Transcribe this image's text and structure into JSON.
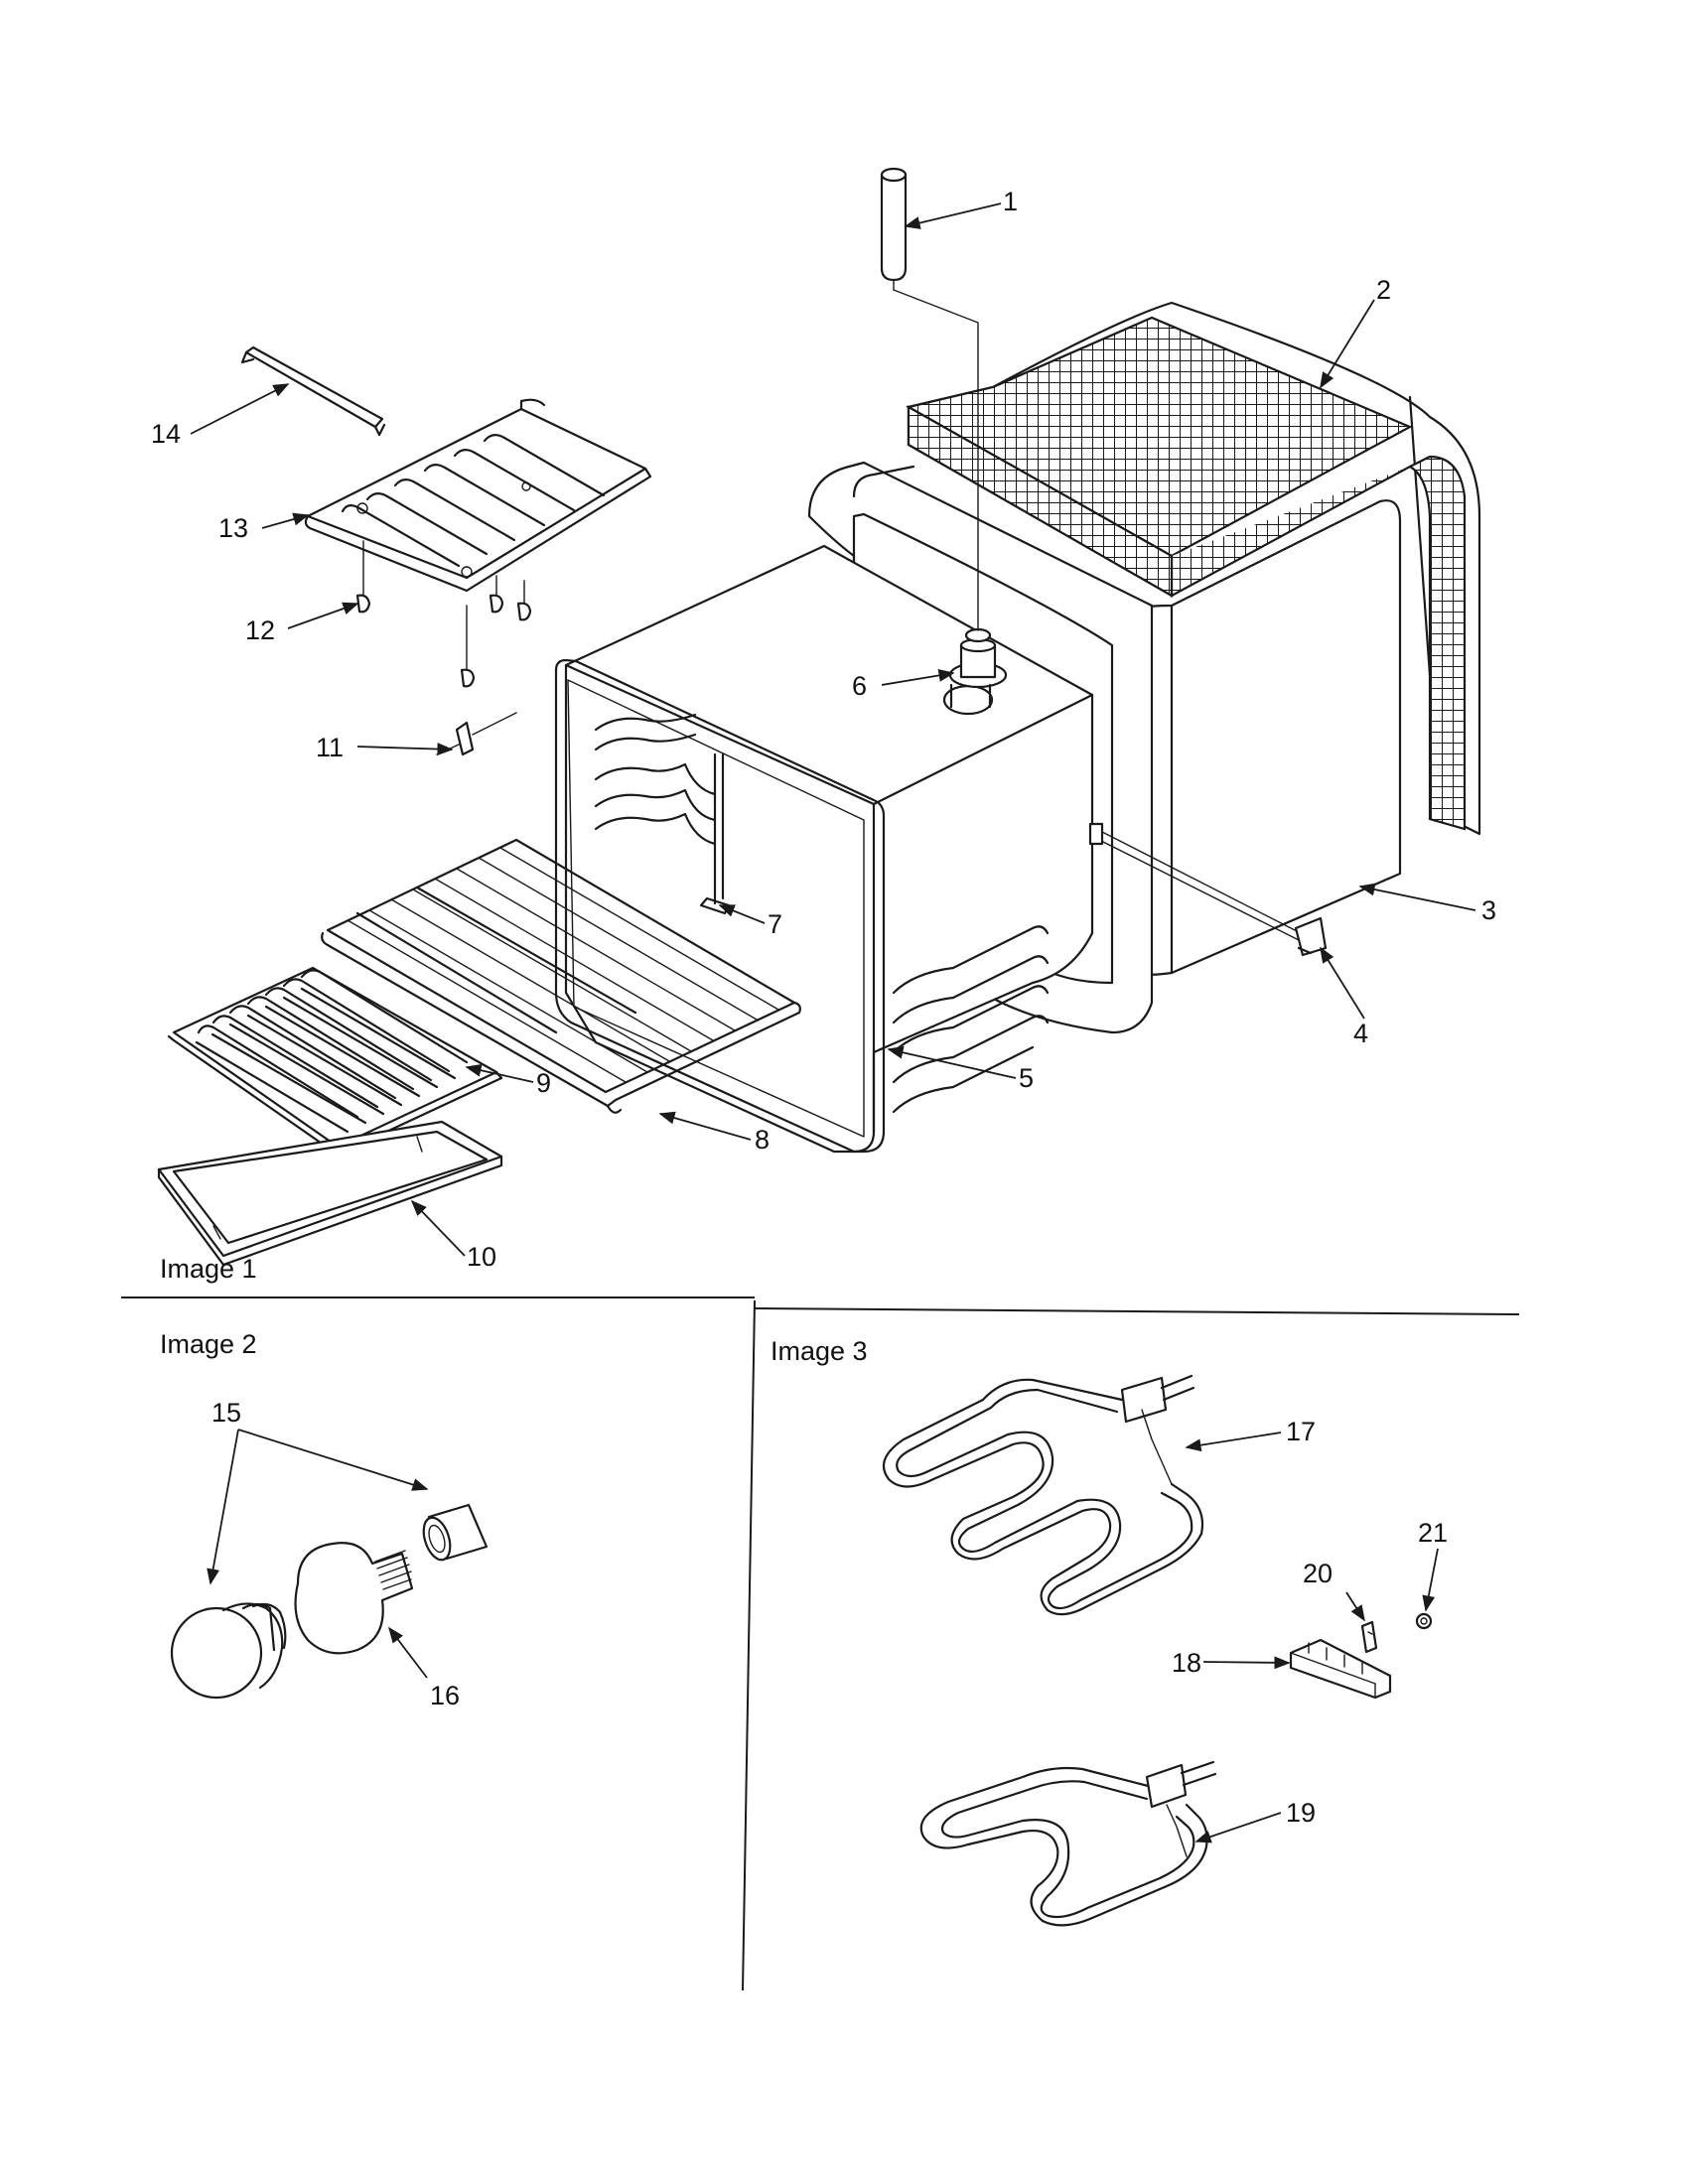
{
  "sections": {
    "image1": "Image 1",
    "image2": "Image 2",
    "image3": "Image 3"
  },
  "labels": {
    "n1": "1",
    "n2": "2",
    "n3": "3",
    "n4": "4",
    "n5": "5",
    "n6": "6",
    "n7": "7",
    "n8": "8",
    "n9": "9",
    "n10": "10",
    "n11": "11",
    "n12": "12",
    "n13": "13",
    "n14": "14",
    "n15": "15",
    "n16": "16",
    "n17": "17",
    "n18": "18",
    "n19": "19",
    "n20": "20",
    "n21": "21"
  },
  "colors": {
    "ink": "#1a1a1a",
    "paper": "#ffffff"
  }
}
